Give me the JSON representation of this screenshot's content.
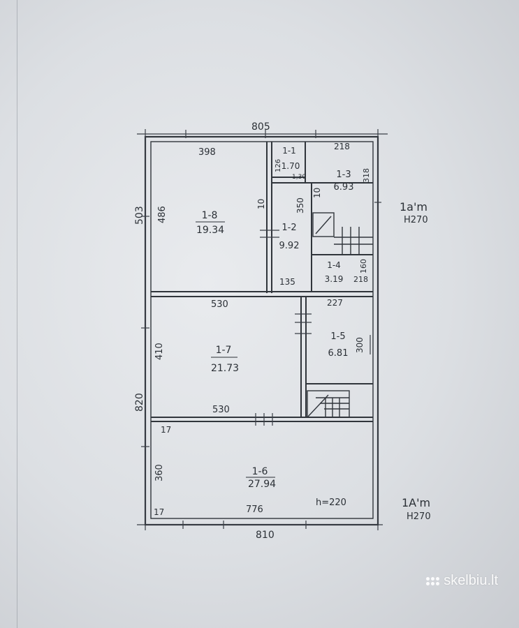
{
  "dimensions": {
    "top_overall": "805",
    "bottom_overall": "810",
    "left_upper": "503",
    "left_lower": "820",
    "room18_width": "398",
    "room18_height": "486",
    "wall_10a": "10",
    "wall_10b": "10",
    "dim_350": "350",
    "dim_126": "126",
    "dim_130": "1,30",
    "dim_218_top": "218",
    "dim_318": "318",
    "dim_135": "135",
    "dim_218_bottom": "218",
    "dim_160": "160",
    "mid_530_top": "530",
    "dim_227": "227",
    "room17_height": "410",
    "room15_height": "300",
    "mid_530_bottom": "530",
    "dim_17a": "17",
    "room16_height": "360",
    "dim_17b": "17",
    "room16_width": "776"
  },
  "rooms": [
    {
      "id": "1-8",
      "area": "19.34"
    },
    {
      "id": "1-1",
      "area": "1.70"
    },
    {
      "id": "1-3",
      "area": "6.93"
    },
    {
      "id": "1-2",
      "area": "9.92"
    },
    {
      "id": "1-4",
      "area": "3.19"
    },
    {
      "id": "1-7",
      "area": "21.73"
    },
    {
      "id": "1-5",
      "area": "6.81"
    },
    {
      "id": "1-6",
      "area": "27.94"
    }
  ],
  "annotations": {
    "floor_label_top": "1a'm",
    "height_top": "H270",
    "floor_label_bottom": "1A'm",
    "height_bottom": "H270",
    "basement_height": "h=220"
  },
  "watermark": "skelbiu.lt"
}
